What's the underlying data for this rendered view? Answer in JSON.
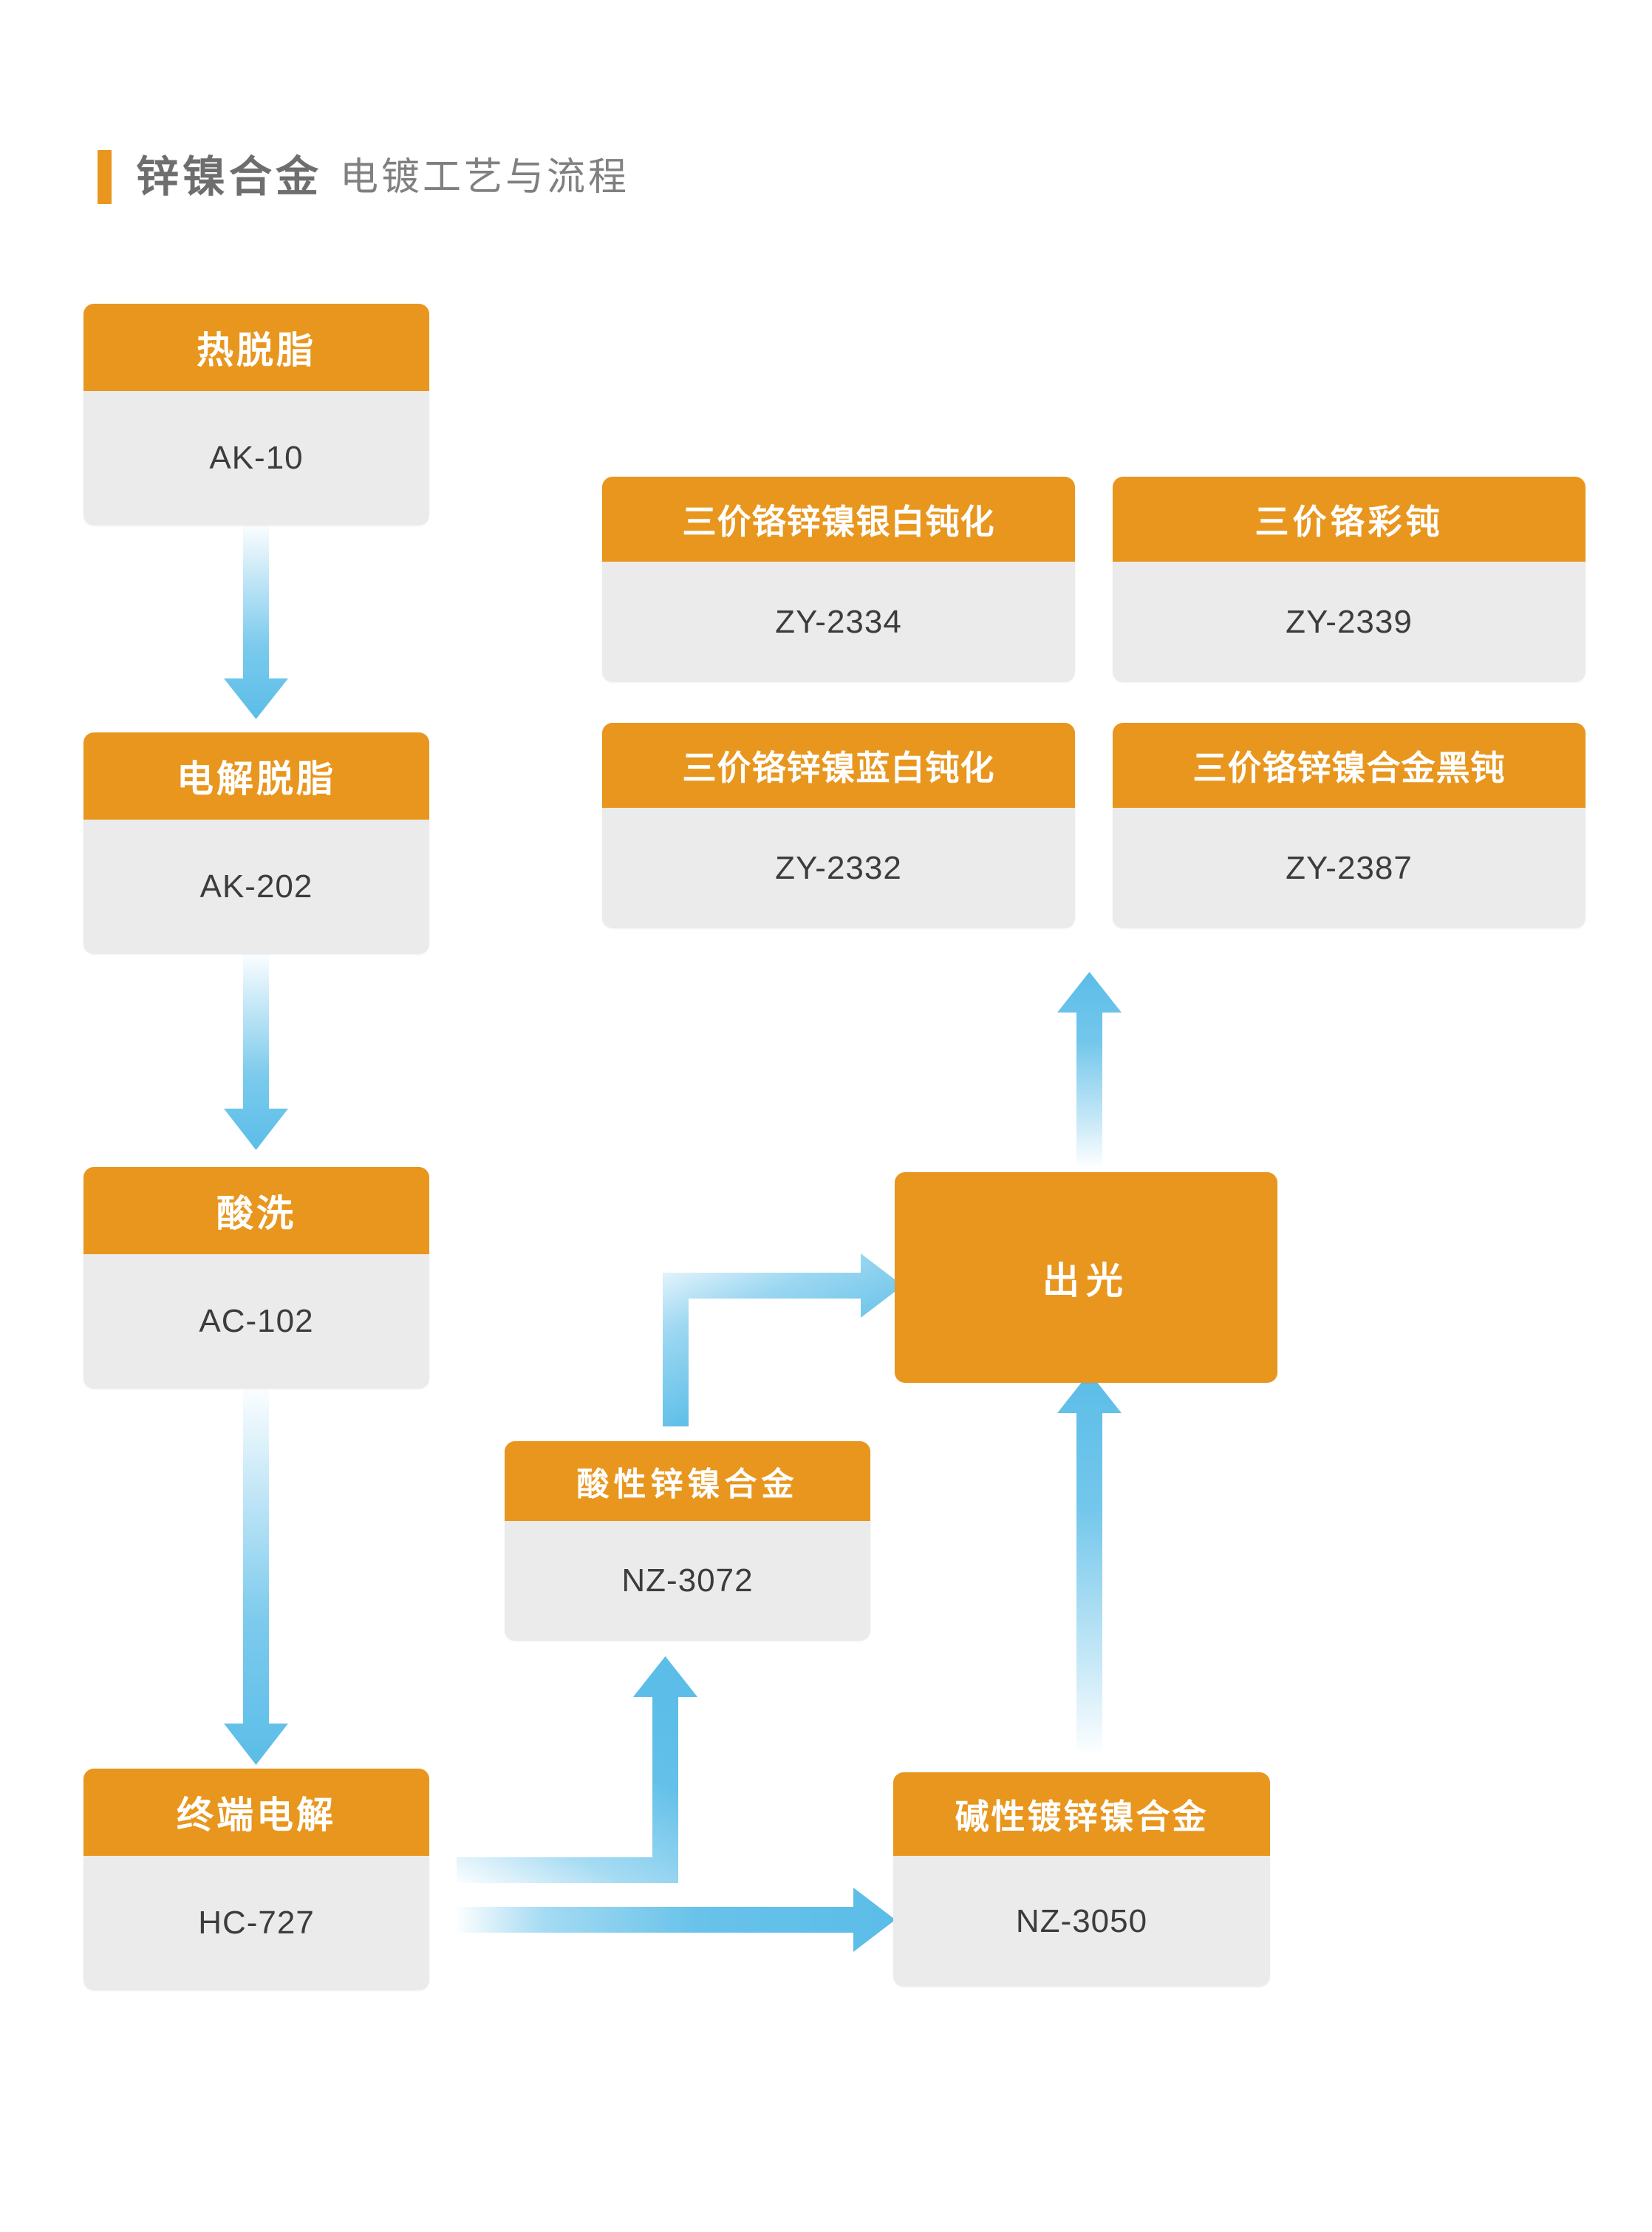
{
  "header": {
    "title_main": "锌镍合金",
    "title_sub": "电镀工艺与流程",
    "accent_color": "#E8961E"
  },
  "colors": {
    "orange": "#E8961E",
    "card_body_gray": "#EBEBEB",
    "arrow_blue": "#5BBDE8",
    "title_gray": "#6E6E6E",
    "body_text": "#3C3C3C",
    "page_background": "#FFFFFF"
  },
  "flow": {
    "process_steps": [
      {
        "id": "hot-degrease",
        "title": "热脱脂",
        "code": "AK-10"
      },
      {
        "id": "electro-degrease",
        "title": "电解脱脂",
        "code": "AK-202"
      },
      {
        "id": "pickling",
        "title": "酸洗",
        "code": "AC-102"
      },
      {
        "id": "terminal-electro",
        "title": "终端电解",
        "code": "HC-727"
      },
      {
        "id": "acid-znni",
        "title": "酸性锌镍合金",
        "code": "NZ-3072"
      },
      {
        "id": "alkaline-znni",
        "title": "碱性镀锌镍合金",
        "code": "NZ-3050"
      }
    ],
    "brighten_step": {
      "id": "brighten",
      "title": "出光"
    },
    "passivation_steps": [
      {
        "id": "trivalent-znni-silver-white",
        "title": "三价铬锌镍银白钝化",
        "code": "ZY-2334"
      },
      {
        "id": "trivalent-color",
        "title": "三价铬彩钝",
        "code": "ZY-2339"
      },
      {
        "id": "trivalent-znni-blue-white",
        "title": "三价铬锌镍蓝白钝化",
        "code": "ZY-2332"
      },
      {
        "id": "trivalent-znni-black",
        "title": "三价铬锌镍合金黑钝",
        "code": "ZY-2387"
      }
    ]
  }
}
